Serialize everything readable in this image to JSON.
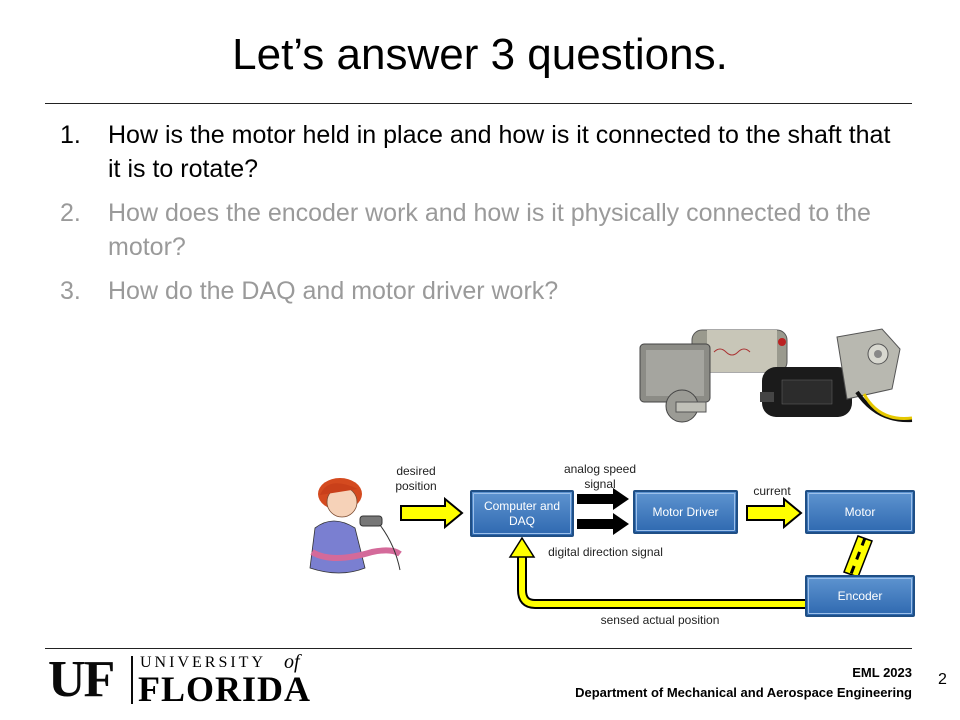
{
  "slide": {
    "title": "Let’s answer 3 questions.",
    "questions": [
      {
        "num": "1.",
        "text": "How is the motor held in place and how is it connected to the shaft that it is to rotate?"
      },
      {
        "num": "2.",
        "text": "How does the encoder work and how is it physically connected to the motor?"
      },
      {
        "num": "3.",
        "text": "How do the DAQ and motor driver work?"
      }
    ]
  },
  "diagram": {
    "blocks": {
      "computer": "Computer and DAQ",
      "driver": "Motor Driver",
      "motor": "Motor",
      "encoder": "Encoder"
    },
    "labels": {
      "desired": "desired position",
      "analog": "analog speed signal",
      "digital": "digital direction signal",
      "current": "current",
      "sensed": "sensed actual position"
    }
  },
  "footer": {
    "logo_uf": "UF",
    "logo_university": "UNIVERSITY",
    "logo_of": "of",
    "logo_florida": "FLORIDA",
    "course": "EML 2023",
    "department": "Department of Mechanical and Aerospace Engineering",
    "page": "2"
  },
  "colors": {
    "accent_block": "#3c76bb",
    "arrow_fill": "#ffff00",
    "muted_text": "#9a9a9a"
  }
}
